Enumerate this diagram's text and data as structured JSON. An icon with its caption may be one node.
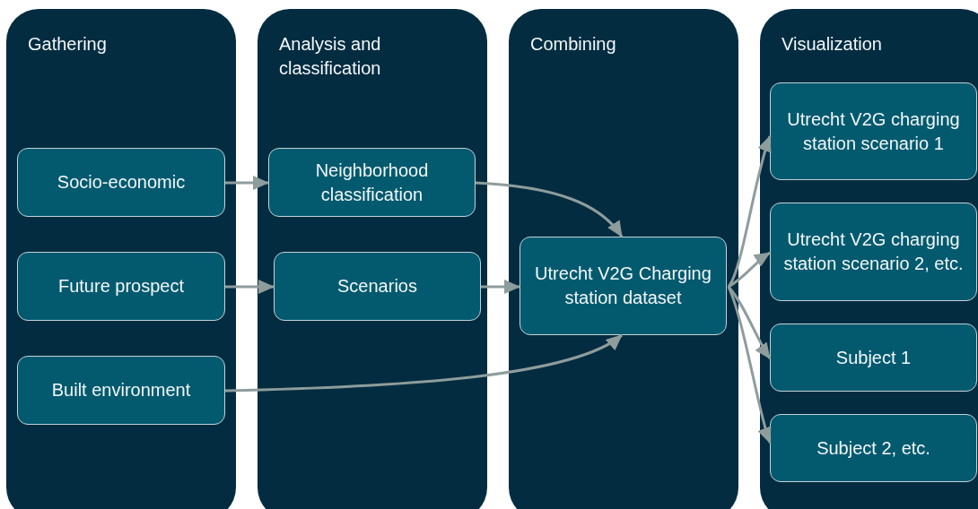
{
  "diagram": {
    "nodes": [
      {
        "text": [
          "Gathering"
        ]
      },
      {
        "text": [
          "Analysis and classification"
        ]
      },
      {
        "text": [
          "Combining"
        ]
      },
      {
        "text": [
          "Visualization"
        ]
      },
      {
        "text": [
          "Socio-economic"
        ],
        "in": 0
      },
      {
        "text": [
          "Future prospect"
        ],
        "in": 0
      },
      {
        "text": [
          "Built environment"
        ],
        "in": 0
      },
      {
        "text": [
          "Neighborhood classification"
        ],
        "in": 1
      },
      {
        "text": [
          "Scenarios"
        ],
        "in": 1
      },
      {
        "text": [
          "Utrecht V2G Charging station dataset"
        ],
        "in": 2
      },
      {
        "text": [
          "Utrecht V2G charging station scenario 1"
        ],
        "in": 3
      },
      {
        "text": [
          "Utrecht V2G charging station scenario 2, etc."
        ],
        "in": 3
      },
      {
        "text": [
          "Subject 1"
        ],
        "in": 3
      },
      {
        "text": [
          "Subject 2, etc."
        ],
        "in": 3
      }
    ],
    "edges": [
      {
        "from": 4,
        "to": 7,
        "arrow": "to"
      },
      {
        "from": 5,
        "to": 8,
        "arrow": "to"
      },
      {
        "from": 8,
        "to": 9,
        "arrow": "to"
      },
      {
        "from": 7,
        "to": 9,
        "arrow": "to"
      },
      {
        "from": 6,
        "to": 9,
        "arrow": "to"
      },
      {
        "from": 9,
        "to": 10,
        "arrow": "to"
      },
      {
        "from": 9,
        "to": 11,
        "arrow": "to"
      },
      {
        "from": 9,
        "to": 12,
        "arrow": "to"
      },
      {
        "from": 9,
        "to": 13,
        "arrow": "to"
      }
    ]
  }
}
